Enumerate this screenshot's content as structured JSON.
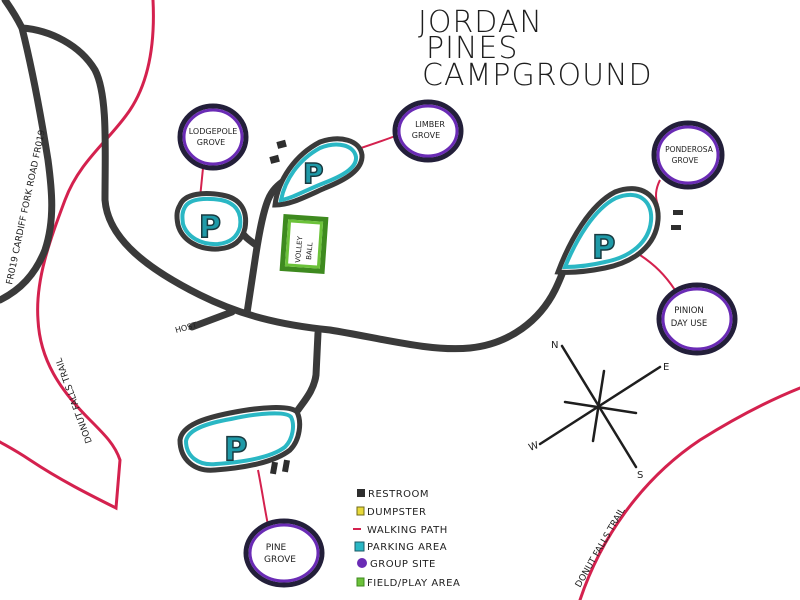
{
  "title": {
    "line1": "JORDAN",
    "line2": "PINES",
    "line3": "CAMPGROUND"
  },
  "roads": {
    "main_road_label": "FR019   CARDIFF   FORK   ROAD   FR019",
    "host_label": "HOST"
  },
  "trails": {
    "left_trail_label": "DONUT FALLS TRAIL",
    "right_trail_label": "DONUT FALLS TRAIL"
  },
  "parking": {
    "symbol": "P"
  },
  "group_sites": [
    {
      "id": "lodgepole",
      "line1": "LODGEPOLE",
      "line2": "GROVE"
    },
    {
      "id": "limber",
      "line1": "LIMBER",
      "line2": "GROVE"
    },
    {
      "id": "ponderosa",
      "line1": "PONDEROSA",
      "line2": "GROVE"
    },
    {
      "id": "pinion",
      "line1": "PINION",
      "line2": "DAY USE"
    },
    {
      "id": "pine",
      "line1": "PINE",
      "line2": "GROVE"
    }
  ],
  "field": {
    "line1": "VOLLEY",
    "line2": "BALL"
  },
  "compass": {
    "n": "N",
    "e": "E",
    "s": "S",
    "w": "W"
  },
  "legend": {
    "items": [
      {
        "label": "RESTROOM",
        "color": "#2e2e2e",
        "shape": "square"
      },
      {
        "label": "DUMPSTER",
        "color": "#e8d93a",
        "shape": "square"
      },
      {
        "label": "WALKING PATH",
        "color": "#d4214e",
        "shape": "line"
      },
      {
        "label": "PARKING AREA",
        "color": "#2ab7c4",
        "shape": "square"
      },
      {
        "label": "GROUP SITE",
        "color": "#6a2bb5",
        "shape": "circle"
      },
      {
        "label": "FIELD/PLAY AREA",
        "color": "#6cc23a",
        "shape": "square"
      }
    ]
  },
  "colors": {
    "road": "#3a3a3a",
    "trail": "#d4214e",
    "parking": "#2ab7c4",
    "group_site": "#6a2bb5",
    "field": "#6cc23a"
  }
}
